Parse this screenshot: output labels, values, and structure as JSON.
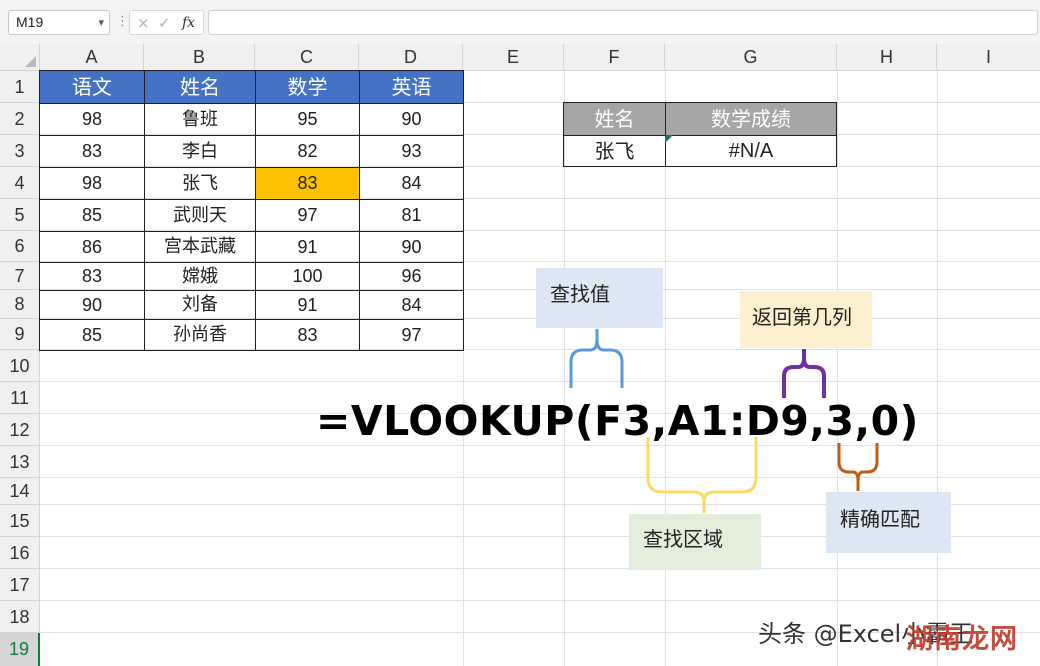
{
  "formula_bar": {
    "name_box": "M19",
    "cancel_glyph": "×",
    "enter_glyph": "✓",
    "fx_label": "fx",
    "formula": ""
  },
  "columns": [
    "A",
    "B",
    "C",
    "D",
    "E",
    "F",
    "G",
    "H",
    "I"
  ],
  "rows": [
    "1",
    "2",
    "3",
    "4",
    "5",
    "6",
    "7",
    "8",
    "9",
    "10",
    "11",
    "12",
    "13",
    "14",
    "15",
    "16",
    "17",
    "18",
    "19"
  ],
  "selected_row": "19",
  "main_table": {
    "headers": [
      "语文",
      "姓名",
      "数学",
      "英语"
    ],
    "rows": [
      [
        "98",
        "鲁班",
        "95",
        "90"
      ],
      [
        "83",
        "李白",
        "82",
        "93"
      ],
      [
        "98",
        "张飞",
        "83",
        "84"
      ],
      [
        "85",
        "武则天",
        "97",
        "81"
      ],
      [
        "86",
        "宫本武藏",
        "91",
        "90"
      ],
      [
        "83",
        "嫦娥",
        "100",
        "96"
      ],
      [
        "90",
        "刘备",
        "91",
        "84"
      ],
      [
        "85",
        "孙尚香",
        "83",
        "97"
      ]
    ]
  },
  "lookup_table": {
    "headers": [
      "姓名",
      "数学成绩"
    ],
    "values": [
      "张飞",
      "#N/A"
    ]
  },
  "annotation": {
    "formula": "=VLOOKUP(F3,A1:D9,3,0)",
    "label_lookup_value": "查找值",
    "label_col_index": "返回第几列",
    "label_range": "查找区域",
    "label_exact": "精确匹配"
  },
  "colors": {
    "header_fill": "#4472c4",
    "highlight_fill": "#ffc000",
    "lookup_header_fill": "#a6a6a6",
    "brace_lookup": "#5b9bd5",
    "brace_col_index": "#7030a0",
    "brace_range": "#ffd966",
    "brace_exact": "#c55a11",
    "accent_green": "#107c41"
  },
  "watermark": {
    "text": "头条 @Excel小霸王",
    "overlay": "湖南龙网"
  }
}
